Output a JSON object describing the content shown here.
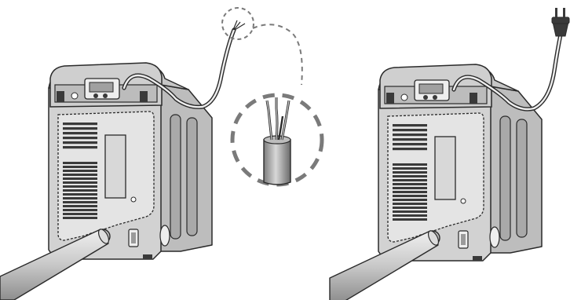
{
  "figure": {
    "panels": [
      {
        "state": "power-cord-cut-wires-exposed",
        "detail_callout": "cut-cord-end-magnified"
      },
      {
        "state": "power-cord-with-plug"
      }
    ]
  },
  "colors": {
    "stroke": "#2a2a2a",
    "body_fill": "#d2d2d2",
    "panel_fill": "#e4e4e4",
    "light_fill": "#eeeeee",
    "dark_fill": "#9a9a9a",
    "vent_fill": "#3a3a3a",
    "callout_dash": "#7a7a7a",
    "background": "#ffffff"
  }
}
